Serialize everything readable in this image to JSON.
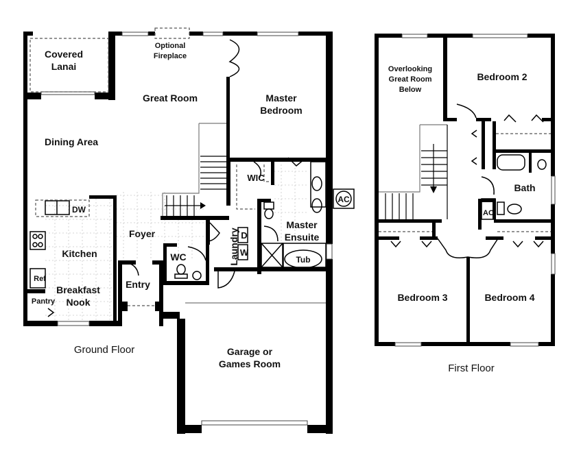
{
  "ground_floor": {
    "caption": "Ground Floor",
    "rooms": {
      "covered_lanai": [
        "Covered",
        "Lanai"
      ],
      "optional_fireplace": [
        "Optional",
        "Fireplace"
      ],
      "great_room": "Great Room",
      "dining_area": "Dining Area",
      "master_bedroom": [
        "Master",
        "Bedroom"
      ],
      "wic": "WIC",
      "master_ensuite": [
        "Master",
        "Ensuite"
      ],
      "tub": "Tub",
      "laundry": "Laundry",
      "dryer": "D",
      "washer": "W",
      "kitchen": "Kitchen",
      "dishwasher": "DW",
      "refrigerator": "Ref",
      "pantry": "Pantry",
      "breakfast_nook": [
        "Breakfast",
        "Nook"
      ],
      "foyer": "Foyer",
      "wc": "WC",
      "entry": "Entry",
      "garage": [
        "Garage or",
        "Games Room"
      ]
    },
    "ac_unit": "AC"
  },
  "first_floor": {
    "caption": "First Floor",
    "rooms": {
      "overlooking": [
        "Overlooking",
        "Great Room",
        "Below"
      ],
      "bedroom_2": "Bedroom 2",
      "bath": "Bath",
      "ac_closet": "AC",
      "bedroom_3": "Bedroom 3",
      "bedroom_4": "Bedroom 4"
    }
  }
}
